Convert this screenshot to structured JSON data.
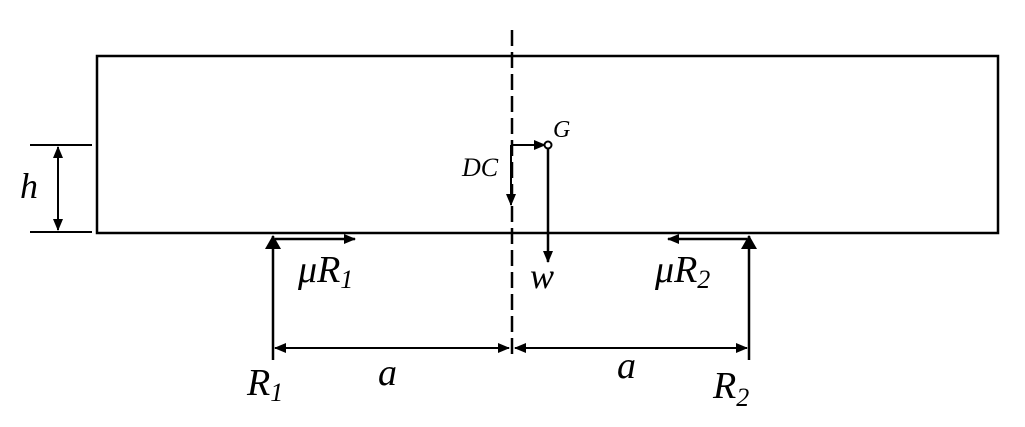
{
  "diagram": {
    "labels": {
      "h": "h",
      "dc": "DC",
      "g": "G",
      "w": "w",
      "mu1": "μ",
      "r_in_mu1": "R",
      "sub_mu1": "1",
      "mu2": "μ",
      "r_in_mu2": "R",
      "sub_mu2": "2",
      "r1": "R",
      "sub_r1": "1",
      "r2": "R",
      "sub_r2": "2",
      "a_left": "a",
      "a_right": "a"
    },
    "colors": {
      "stroke": "#000000",
      "background": "#ffffff"
    }
  }
}
